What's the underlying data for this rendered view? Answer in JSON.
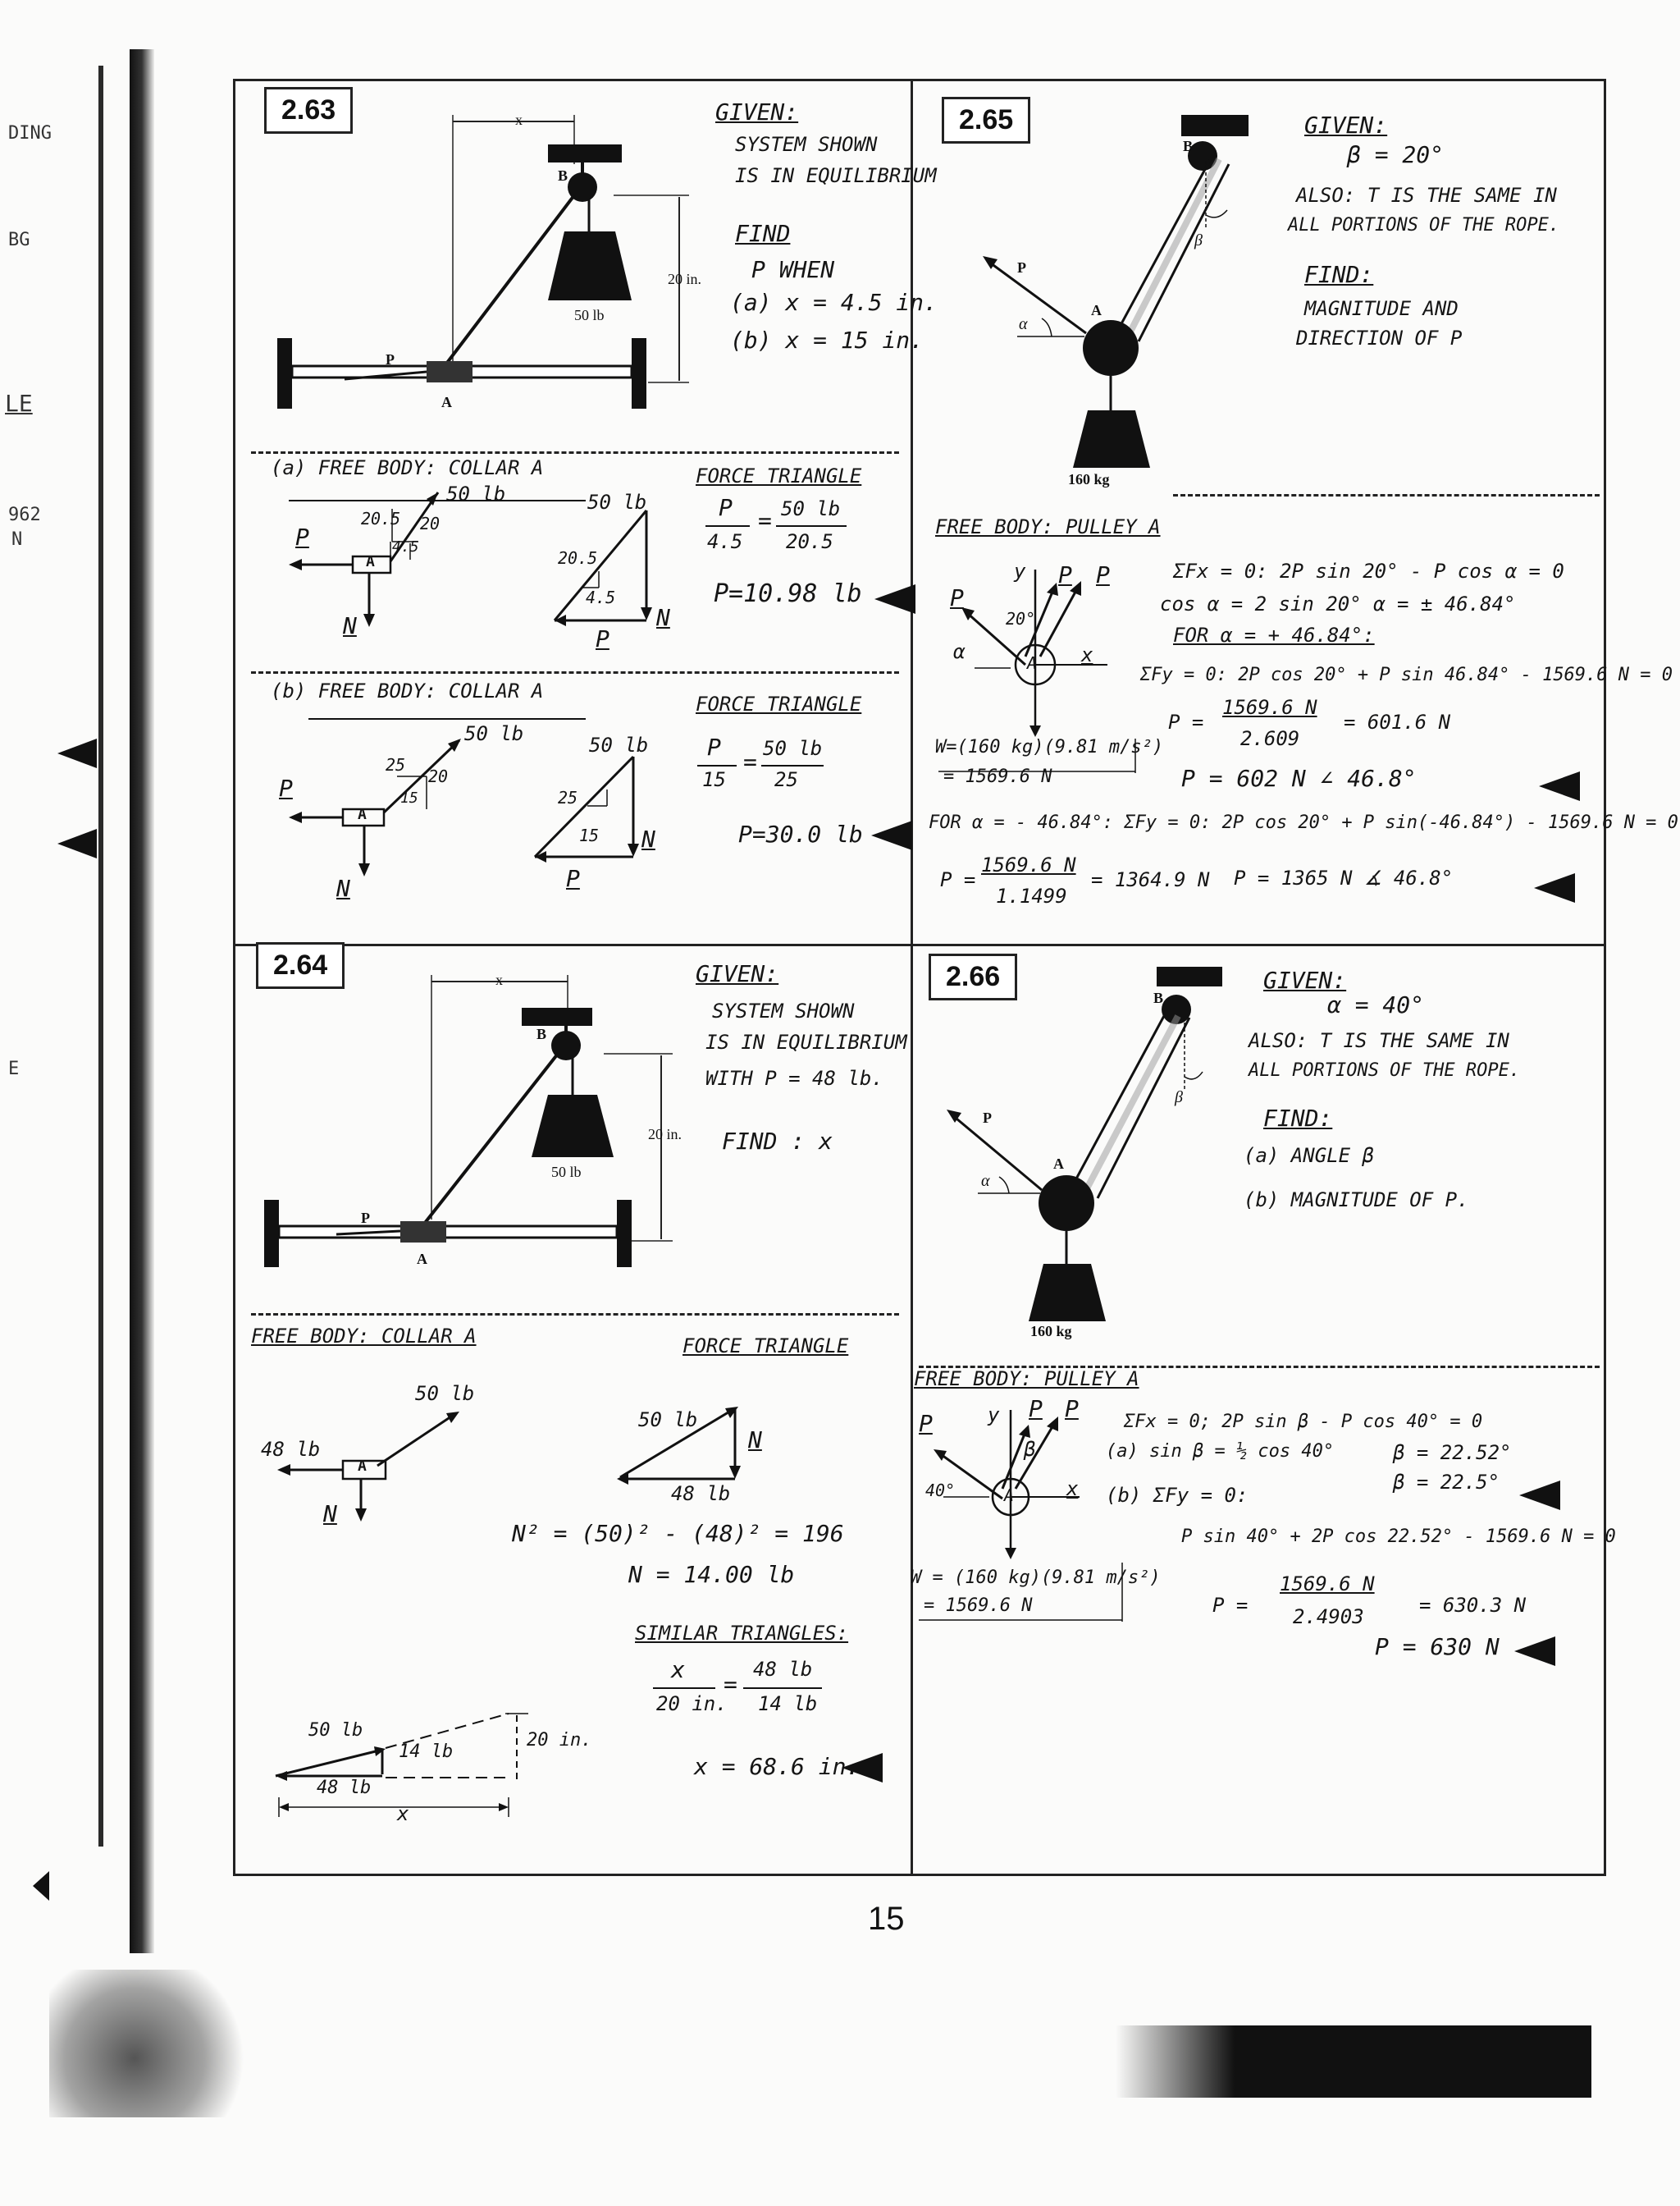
{
  "left_strip": {
    "fragments": [
      "DING",
      "BG",
      "LE",
      "962",
      "N",
      "E"
    ]
  },
  "page_number": "15",
  "p263": {
    "number": "2.63",
    "fig": {
      "x": "x",
      "B": "B",
      "height": "20 in.",
      "weight": "50 lb",
      "P": "P",
      "A": "A"
    },
    "given": [
      "GIVEN:",
      "SYSTEM SHOWN",
      "IS IN EQUILIBRIUM"
    ],
    "find": [
      "FIND",
      "P WHEN",
      "(a) x = 4.5 in.",
      "(b) x = 15 in."
    ],
    "a": {
      "title": "(a) FREE BODY: COLLAR A",
      "fb": {
        "force": "50 lb",
        "hyp": "20.5",
        "leg": "20",
        "base": "4.5",
        "P": "P",
        "N": "N",
        "A": "A"
      },
      "tri_title": "FORCE TRIANGLE",
      "tri": {
        "force": "50 lb",
        "hyp": "20.5",
        "base": "4.5",
        "N": "N",
        "P": "P"
      },
      "eq_lhs_num": "P",
      "eq_lhs_den": "4.5",
      "eq_rhs_num": "50 lb",
      "eq_rhs_den": "20.5",
      "answer": "P=10.98 lb"
    },
    "b": {
      "title": "(b) FREE BODY: COLLAR A",
      "fb": {
        "force": "50 lb",
        "hyp": "25",
        "leg": "20",
        "base": "15",
        "P": "P",
        "N": "N",
        "A": "A"
      },
      "tri_title": "FORCE TRIANGLE",
      "tri": {
        "force": "50 lb",
        "hyp": "25",
        "base": "15",
        "N": "N",
        "P": "P"
      },
      "eq_lhs_num": "P",
      "eq_lhs_den": "15",
      "eq_rhs_num": "50 lb",
      "eq_rhs_den": "25",
      "answer": "P=30.0 lb"
    }
  },
  "p264": {
    "number": "2.64",
    "fig": {
      "x": "x",
      "B": "B",
      "height": "20 in.",
      "weight": "50 lb",
      "P": "P",
      "A": "A"
    },
    "given": [
      "GIVEN:",
      "SYSTEM SHOWN",
      "IS IN EQUILIBRIUM",
      "WITH P = 48 lb."
    ],
    "find": "FIND : x",
    "fb_title": "FREE BODY: COLLAR A",
    "tri_title": "FORCE TRIANGLE",
    "fb": {
      "force": "50 lb",
      "P": "48 lb",
      "N": "N",
      "A": "A"
    },
    "tri": {
      "hyp": "50 lb",
      "base": "48 lb",
      "N": "N"
    },
    "eq1": "N² = (50)² - (48)² = 196",
    "eq2": "N = 14.00 lb",
    "sim_title": "SIMILAR TRIANGLES:",
    "sim_lhs_num": "x",
    "sim_lhs_den": "20 in.",
    "sim_rhs_num": "48 lb",
    "sim_rhs_den": "14 lb",
    "sim_fig": {
      "hyp": "50 lb",
      "leg": "14 lb",
      "base": "48 lb",
      "height": "20 in.",
      "x": "x"
    },
    "answer": "x = 68.6 in."
  },
  "p265": {
    "number": "2.65",
    "fig": {
      "B": "B",
      "beta": "β",
      "P": "P",
      "alpha": "α",
      "A": "A",
      "mass": "160 kg"
    },
    "given": [
      "GIVEN:",
      "β = 20°",
      "ALSO: T IS THE SAME IN",
      "ALL PORTIONS OF THE ROPE."
    ],
    "find": [
      "FIND:",
      "MAGNITUDE AND",
      "DIRECTION OF P"
    ],
    "fb_title": "FREE BODY: PULLEY A",
    "fb": {
      "y": "y",
      "P1": "P",
      "P2": "P",
      "P3": "P",
      "angle": "20°",
      "alpha": "α",
      "A": "A",
      "x": "x"
    },
    "w1": "W=(160 kg)(9.81 m/s²)",
    "w2": "= 1569.6 N",
    "eqs": [
      "ΣFx = 0:  2P sin 20° - P cos α = 0",
      "cos α = 2 sin 20°      α = ± 46.84°",
      "FOR  α = + 46.84°:",
      "ΣFy = 0: 2P cos 20° + P sin 46.84° - 1569.6 N = 0"
    ],
    "p_eq_lhs": "P =",
    "p_num": "1569.6 N",
    "p_den": "2.609",
    "p_val": "= 601.6 N",
    "ans1": "P = 602 N ∠ 46.8°",
    "eq_neg": "FOR  α = - 46.84°: ΣFy = 0: 2P cos 20° + P sin(-46.84°) - 1569.6 N = 0",
    "p2_lhs": "P =",
    "p2_num": "1569.6 N",
    "p2_den": "1.1499",
    "p2_val": "= 1364.9 N",
    "ans2": "P = 1365 N ∡ 46.8°"
  },
  "p266": {
    "number": "2.66",
    "fig": {
      "B": "B",
      "beta": "β",
      "P": "P",
      "alpha": "α",
      "A": "A",
      "mass": "160 kg"
    },
    "given": [
      "GIVEN:",
      "α = 40°",
      "ALSO: T IS THE SAME IN",
      "ALL PORTIONS OF THE ROPE."
    ],
    "find": [
      "FIND:",
      "(a) ANGLE β",
      "(b) MAGNITUDE OF P."
    ],
    "fb_title": "FREE BODY: PULLEY A",
    "fb": {
      "y": "y",
      "P1": "P",
      "P2": "P",
      "P3": "P",
      "beta": "β",
      "angle": "40°",
      "A": "A",
      "x": "x"
    },
    "w1": "W = (160 kg)(9.81 m/s²)",
    "w2": "= 1569.6 N",
    "eqs": [
      "ΣFx = 0;  2P sin β - P cos 40° = 0",
      "(a)   sin β = ½ cos 40°",
      "(b)  ΣFy = 0:",
      "P sin 40° + 2P cos 22.52° - 1569.6 N = 0"
    ],
    "beta_vals": [
      "β = 22.52°",
      "β = 22.5°"
    ],
    "p_eq_lhs": "P =",
    "p_num": "1569.6 N",
    "p_den": "2.4903",
    "p_val": "= 630.3 N",
    "answer": "P = 630 N"
  }
}
